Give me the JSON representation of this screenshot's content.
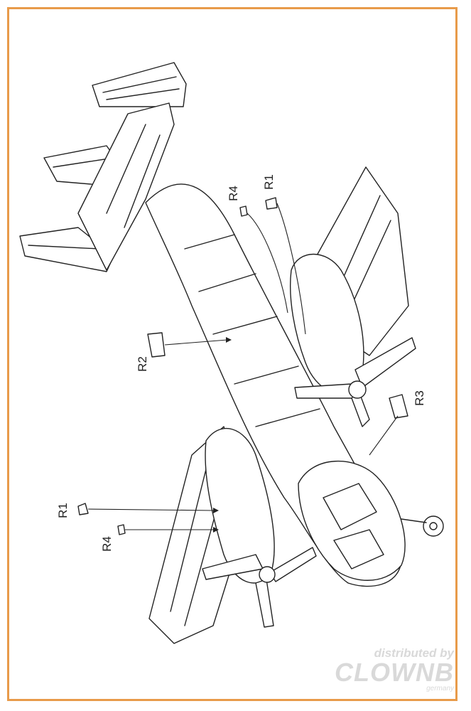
{
  "labels": {
    "r1_left": "R1",
    "r4_left": "R4",
    "r2": "R2",
    "r4_top": "R4",
    "r1_top": "R1",
    "r3": "R3"
  },
  "watermark": {
    "line1": "distributed by",
    "line2": "CLOWNB",
    "line3": "germany"
  },
  "colors": {
    "frame": "#e89b4a",
    "line": "#222222",
    "watermark": "#d9d9d9"
  }
}
